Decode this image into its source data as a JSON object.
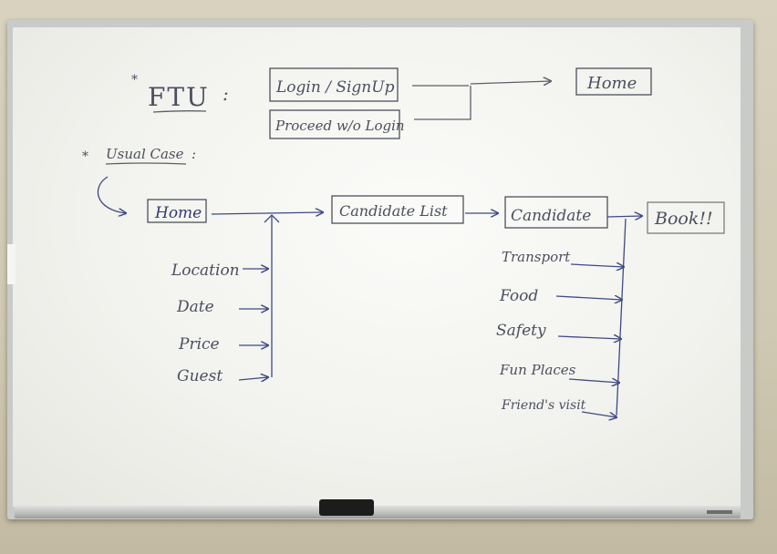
{
  "ftu": {
    "star": "*",
    "label": "FTU",
    "colon": ":",
    "login_box": "Login / SignUp",
    "proceed_box": "Proceed w/o Login",
    "home_box": "Home"
  },
  "usual": {
    "star": "*",
    "label": "Usual Case",
    "colon": ":",
    "home_box": "Home",
    "candidate_list_box": "Candidate List",
    "candidate_box": "Candidate",
    "book_box": "Book!!",
    "filters": [
      "Location",
      "Date",
      "Price",
      "Guest"
    ],
    "candidate_details": [
      "Transport",
      "Food",
      "Safety",
      "Fun Places",
      "Friend's visit"
    ]
  }
}
